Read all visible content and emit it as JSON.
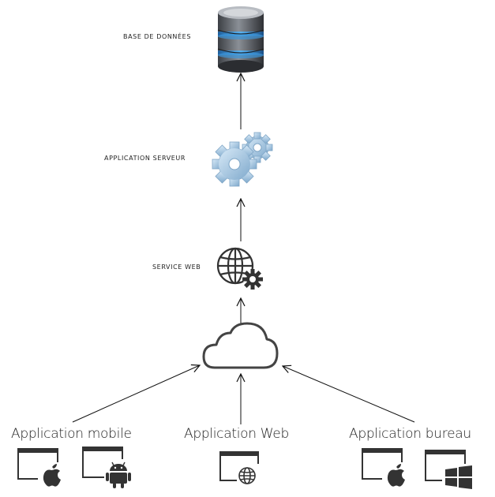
{
  "nodes": {
    "database": {
      "label": "BASE DE DONNÉES",
      "icon": "database-icon"
    },
    "app_server": {
      "label": "APPLICATION SERVEUR",
      "icon": "gears-icon"
    },
    "web_service": {
      "label": "SERVICE WEB",
      "icon": "globe-gear-icon"
    },
    "cloud": {
      "icon": "cloud-icon"
    },
    "client_mobile": {
      "label": "Application mobile",
      "icons": [
        "window-apple-icon",
        "window-android-icon"
      ]
    },
    "client_web": {
      "label": "Application Web",
      "icons": [
        "window-globe-icon"
      ]
    },
    "client_desktop": {
      "label": "Application bureau",
      "icons": [
        "window-apple-icon",
        "window-windows-icon"
      ]
    }
  },
  "edges": [
    {
      "from": "client_mobile",
      "to": "cloud"
    },
    {
      "from": "client_web",
      "to": "cloud"
    },
    {
      "from": "client_desktop",
      "to": "cloud"
    },
    {
      "from": "cloud",
      "to": "web_service"
    },
    {
      "from": "web_service",
      "to": "app_server"
    },
    {
      "from": "app_server",
      "to": "database"
    }
  ],
  "colors": {
    "line": "#111111",
    "db_blue": "#4aa3e8",
    "gear_blue": "#a9cbe6"
  }
}
